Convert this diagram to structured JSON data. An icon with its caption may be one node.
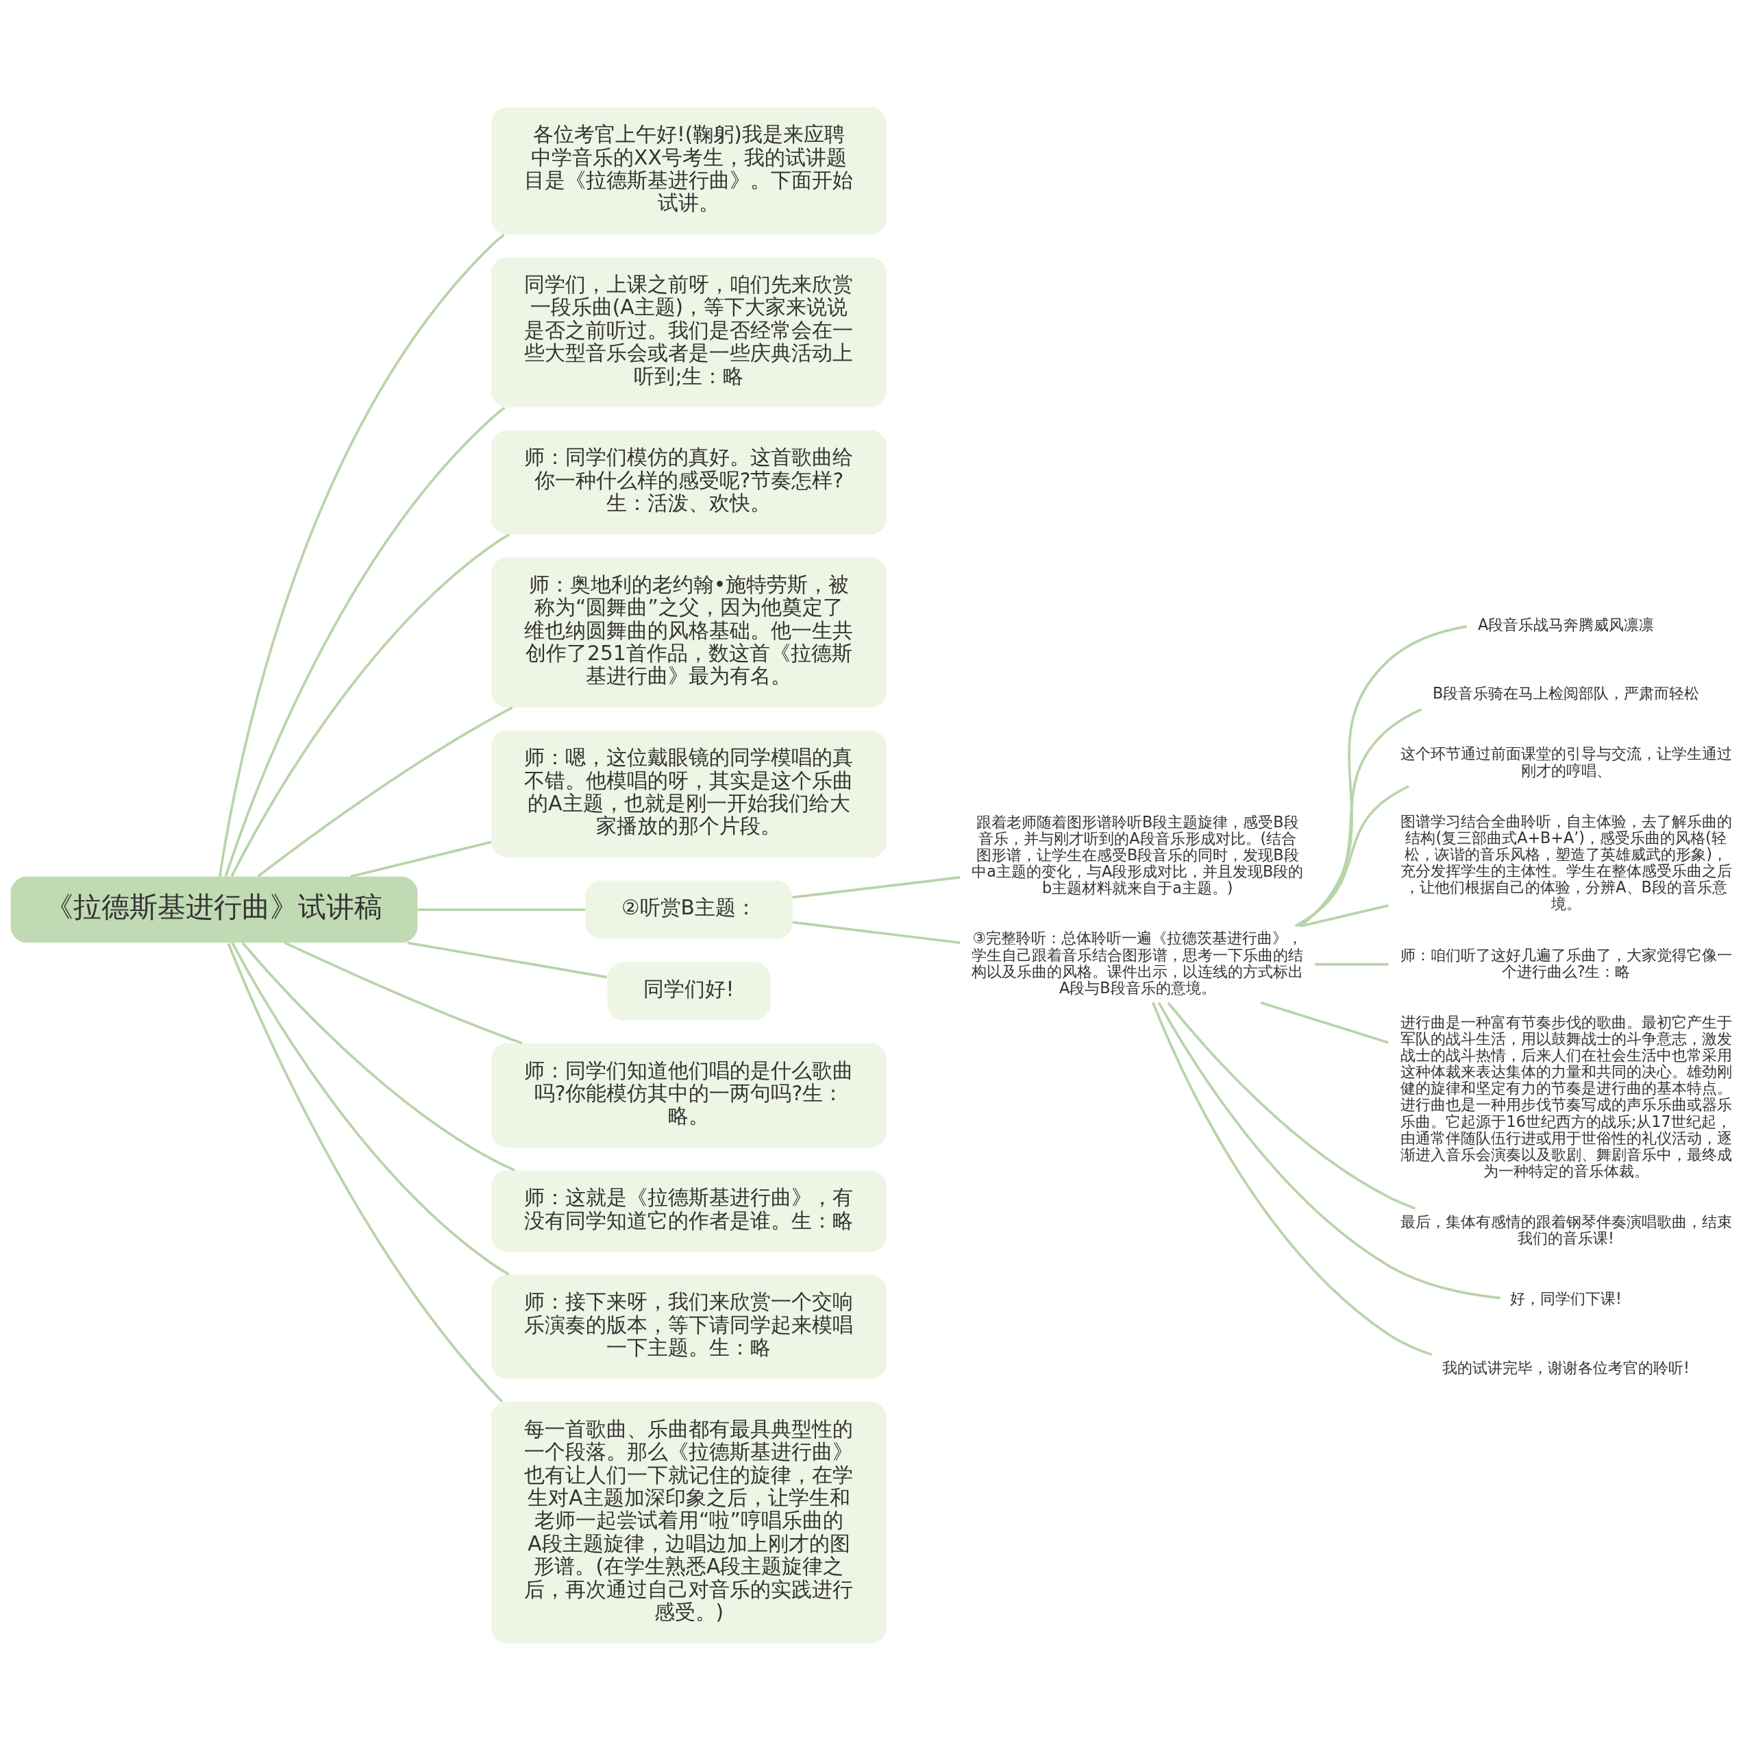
{
  "diagram": {
    "nodes": [
      {
        "text": [
          "《拉德斯基进行曲》试讲稿"
        ]
      },
      {
        "text": [
          "各位考官上午好!(鞠躬)我是来应聘中学音乐的XX号考生，我的试讲题目是《拉德斯基进行曲》。下面开始试讲。"
        ]
      },
      {
        "text": [
          "同学们，上课之前呀，咱们先来欣赏一段乐曲(A主题)，等下大家来说说是否之前听过。我们是否经常会在一些大型音乐会或者是一些庆典活动上听到;生：略"
        ]
      },
      {
        "text": [
          "师：同学们模仿的真好。这首歌曲给你一种什么样的感受呢?节奏怎样?生：活泼、欢快。"
        ]
      },
      {
        "text": [
          "师：奥地利的老约翰•施特劳斯，被称为“圆舞曲”之父，因为他奠定了维也纳圆舞曲的风格基础。他一生共创作了251首作品，数这首《拉德斯基进行曲》最为有名。"
        ]
      },
      {
        "text": [
          "师：嗯，这位戴眼镜的同学模唱的真不错。他模唱的呀，其实是这个乐曲的A主题，也就是刚一开始我们给大家播放的那个片段。"
        ]
      },
      {
        "text": [
          "②听赏B主题："
        ]
      },
      {
        "text": [
          "跟着老师随着图形谱聆听B段主题旋律，感受B段音乐，并与刚才听到的A段音乐形成对比。(结合图形谱，让学生在感受B段音乐的同时，发现B段中a主题的变化，与A段形成对比，并且发现B段的b主题材料就来自于a主题。)"
        ]
      },
      {
        "text": [
          "③完整聆听：总体聆听一遍《拉德茨基进行曲》，学生自己跟着音乐结合图形谱，思考一下乐曲的结构以及乐曲的风格。课件出示，以连线的方式标出A段与B段音乐的意境。"
        ]
      },
      {
        "text": [
          "A段音乐战马奔腾威风凛凛"
        ]
      },
      {
        "text": [
          "B段音乐骑在马上检阅部队，严肃而轻松"
        ]
      },
      {
        "text": [
          "这个环节通过前面课堂的引导与交流，让学生通过刚才的哼唱、"
        ]
      },
      {
        "text": [
          "图谱学习结合全曲聆听，自主体验，去了解乐曲的结构(复三部曲式A+B+A’)，感受乐曲的风格(轻松，诙谐的音乐风格，塑造了英雄威武的形象)，充分发挥学生的主体性。学生在整体感受乐曲之后，让他们根据自己的体验，分辨A、B段的音乐意境。"
        ]
      },
      {
        "text": [
          "师：咱们听了这好几遍了乐曲了，大家觉得它像一个进行曲么?生：略"
        ]
      },
      {
        "text": [
          "进行曲是一种富有节奏步伐的歌曲。最初它产生于军队的战斗生活，用以鼓舞战士的斗争意志，激发战士的战斗热情，后来人们在社会生活中也常采用这种体裁来表达集体的力量和共同的决心。雄劲刚健的旋律和坚定有力的节奏是进行曲的基本特点。进行曲也是一种用步伐节奏写成的声乐乐曲或器乐乐曲。它起源于16世纪西方的战乐;从17世纪起，由通常伴随队伍行进或用于世俗性的礼仪活动，逐渐进入音乐会演奏以及歌剧、舞剧音乐中，最终成为一种特定的音乐体裁。"
        ]
      },
      {
        "text": [
          "最后，集体有感情的跟着钢琴伴奏演唱歌曲，结束我们的音乐课!"
        ]
      },
      {
        "text": [
          "好，同学们下课!"
        ]
      },
      {
        "text": [
          "我的试讲完毕，谢谢各位考官的聆听!"
        ]
      },
      {
        "text": [
          "同学们好!"
        ]
      },
      {
        "text": [
          "师：同学们知道他们唱的是什么歌曲吗?你能模仿其中的一两句吗?生：略。"
        ]
      },
      {
        "text": [
          "师：这就是《拉德斯基进行曲》，有没有同学知道它的作者是谁。生：略"
        ]
      },
      {
        "text": [
          "师：接下来呀，我们来欣赏一个交响乐演奏的版本，等下请同学起来模唱一下主题。生：略"
        ]
      },
      {
        "text": [
          "每一首歌曲、乐曲都有最具典型性的一个段落。那么《拉德斯基进行曲》也有让人们一下就记住的旋律，在学生对A主题加深印象之后，让学生和老师一起尝试着用“啦”哼唱乐曲的A段主题旋律，边唱边加上刚才的图形谱。(在学生熟悉A段主题旋律之后，再次通过自己对音乐的实践进行感受。)"
        ]
      }
    ],
    "edges": [
      {
        "from": 0,
        "to": 1,
        "arrow": "none"
      },
      {
        "from": 0,
        "to": 2,
        "arrow": "none"
      },
      {
        "from": 0,
        "to": 3,
        "arrow": "none"
      },
      {
        "from": 0,
        "to": 4,
        "arrow": "none"
      },
      {
        "from": 0,
        "to": 5,
        "arrow": "none"
      },
      {
        "from": 0,
        "to": 6,
        "arrow": "none"
      },
      {
        "from": 6,
        "to": 7,
        "arrow": "none"
      },
      {
        "from": 6,
        "to": 8,
        "arrow": "none"
      },
      {
        "from": 8,
        "to": 9,
        "arrow": "none"
      },
      {
        "from": 8,
        "to": 10,
        "arrow": "none"
      },
      {
        "from": 8,
        "to": 11,
        "arrow": "none"
      },
      {
        "from": 8,
        "to": 12,
        "arrow": "none"
      },
      {
        "from": 8,
        "to": 13,
        "arrow": "none"
      },
      {
        "from": 8,
        "to": 14,
        "arrow": "none"
      },
      {
        "from": 8,
        "to": 15,
        "arrow": "none"
      },
      {
        "from": 8,
        "to": 16,
        "arrow": "none"
      },
      {
        "from": 8,
        "to": 17,
        "arrow": "none"
      },
      {
        "from": 0,
        "to": 18,
        "arrow": "none"
      },
      {
        "from": 0,
        "to": 19,
        "arrow": "none"
      },
      {
        "from": 0,
        "to": 20,
        "arrow": "none"
      },
      {
        "from": 0,
        "to": 21,
        "arrow": "none"
      },
      {
        "from": 0,
        "to": 22,
        "arrow": "none"
      }
    ]
  }
}
